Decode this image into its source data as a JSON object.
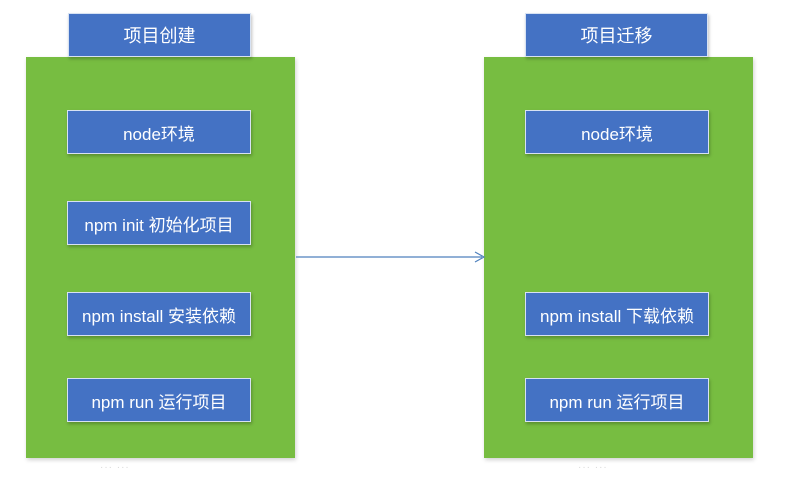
{
  "colors": {
    "panel": "#77bd41",
    "box": "#4472c4",
    "box_text": "#ffffff",
    "arrow": "#4f81bd"
  },
  "left": {
    "title": "项目创建",
    "steps": [
      "node环境",
      "npm init 初始化项目",
      "npm install 安装依赖",
      "npm run 运行项目"
    ]
  },
  "right": {
    "title": "项目迁移",
    "steps": [
      "node环境",
      "npm install 下载依赖",
      "npm run 运行项目"
    ]
  },
  "connector": {
    "from": "left",
    "to": "right",
    "style": "arrow"
  }
}
